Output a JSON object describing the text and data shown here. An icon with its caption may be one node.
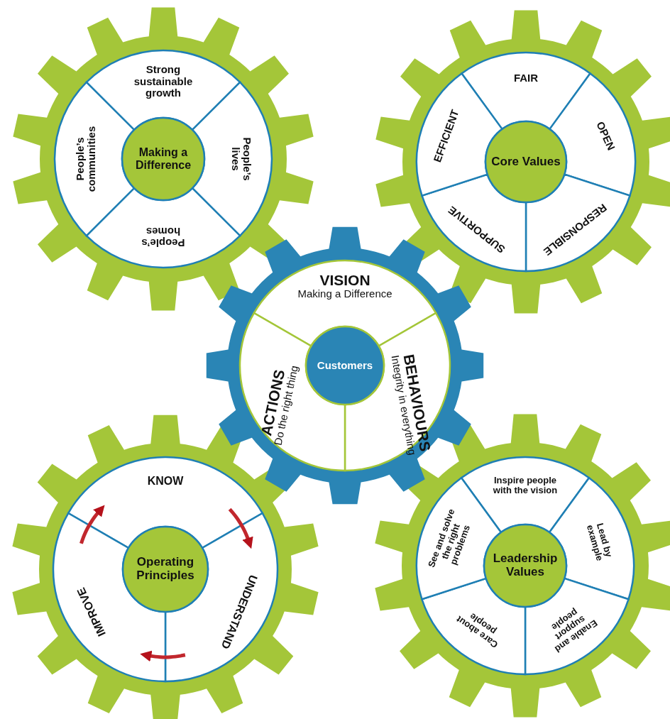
{
  "diagram": {
    "nodes": [
      {
        "text": [
          "Making a Difference"
        ]
      },
      {
        "text": [
          "Strong sustainable growth"
        ]
      },
      {
        "text": [
          "People’s lives"
        ]
      },
      {
        "text": [
          "People’s homes"
        ]
      },
      {
        "text": [
          "People’s communities"
        ]
      },
      {
        "text": [
          "Core Values"
        ]
      },
      {
        "text": [
          "FAIR"
        ]
      },
      {
        "text": [
          "OPEN"
        ]
      },
      {
        "text": [
          "RESPONSIBLE"
        ]
      },
      {
        "text": [
          "SUPPORTIVE"
        ]
      },
      {
        "text": [
          "EFFICIENT"
        ]
      },
      {
        "text": [
          "Customers"
        ]
      },
      {
        "text": [
          "VISION",
          "Making a Difference"
        ]
      },
      {
        "text": [
          "BEHAVIOURS",
          "Integrity in everything"
        ]
      },
      {
        "text": [
          "ACTIONS",
          "Do the right thing"
        ]
      },
      {
        "text": [
          "Operating Principles"
        ]
      },
      {
        "text": [
          "KNOW"
        ]
      },
      {
        "text": [
          "UNDERSTAND"
        ]
      },
      {
        "text": [
          "IMPROVE"
        ]
      },
      {
        "text": [
          "Leadership Values"
        ]
      },
      {
        "text": [
          "Inspire people with the vision"
        ]
      },
      {
        "text": [
          "Lead by example"
        ]
      },
      {
        "text": [
          "Enable and support people"
        ]
      },
      {
        "text": [
          "Care about people"
        ]
      },
      {
        "text": [
          "See and solve the right problems"
        ]
      }
    ],
    "edges": [
      {
        "from": 16,
        "to": 17,
        "arrow": "to"
      },
      {
        "from": 17,
        "to": 18,
        "arrow": "to"
      },
      {
        "from": 18,
        "to": 16,
        "arrow": "to"
      }
    ]
  }
}
